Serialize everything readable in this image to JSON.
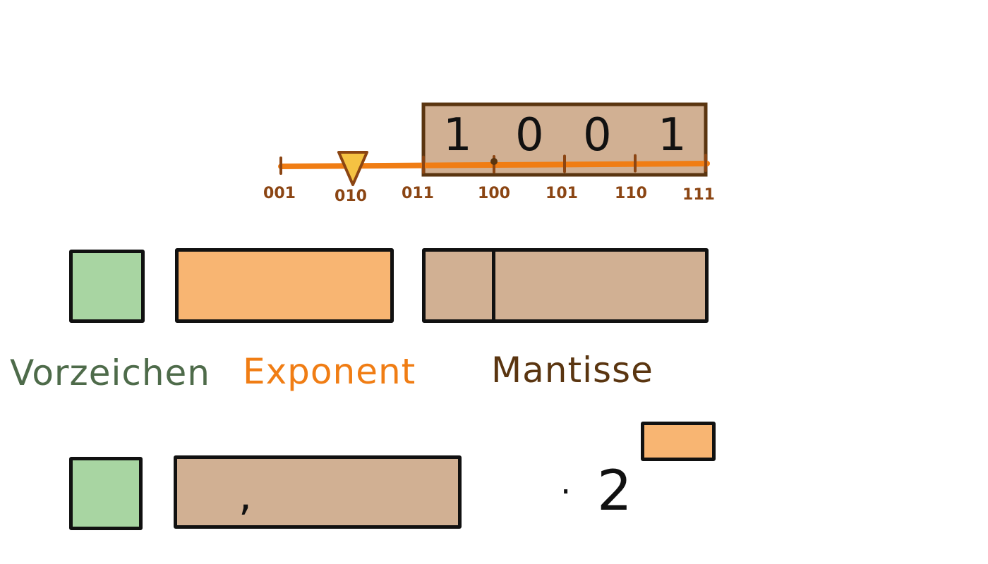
{
  "mantissa_window": {
    "digits": [
      "1",
      "0",
      "0",
      "1"
    ],
    "decimal_point": ","
  },
  "numberline": {
    "ticks": [
      "001",
      "010",
      "011",
      "100",
      "101",
      "110",
      "111"
    ],
    "marker_value": "010",
    "colors": {
      "line": "#f07d14",
      "marker": "#f5c242",
      "marker_outline": "#8b4513",
      "ticks": "#8b4513"
    }
  },
  "fields": {
    "labels": {
      "sign": "Vorzeichen",
      "exponent": "Exponent",
      "mantissa": "Mantisse"
    },
    "colors": {
      "sign": "#a8d5a2",
      "exponent": "#f8b572",
      "mantissa": "#d1b093"
    },
    "label_colors": {
      "sign": "#4e6b4a",
      "exponent": "#f07d14",
      "mantissa": "#5a3510"
    }
  },
  "formula": {
    "comma": ",",
    "times": "·",
    "base": "2"
  }
}
